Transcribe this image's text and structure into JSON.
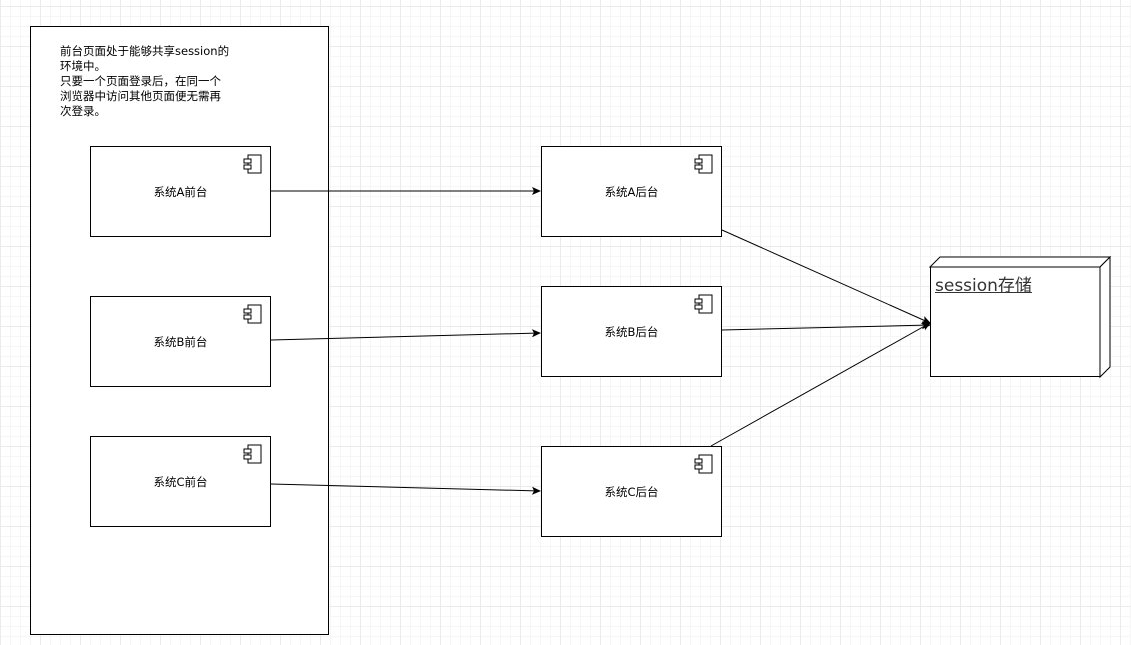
{
  "note": {
    "text": "前台页面处于能够共享session的\n环境中。\n只要一个页面登录后，在同一个\n浏览器中访问其他页面便无需再\n次登录。"
  },
  "frontends": [
    {
      "label": "系统A前台",
      "icon": "component-icon"
    },
    {
      "label": "系统B前台",
      "icon": "component-icon"
    },
    {
      "label": "系统C前台",
      "icon": "component-icon"
    }
  ],
  "backends": [
    {
      "label": "系统A后台",
      "icon": "component-icon"
    },
    {
      "label": "系统B后台",
      "icon": "component-icon"
    },
    {
      "label": "系统C后台",
      "icon": "component-icon"
    }
  ],
  "storage": {
    "label": "session存储"
  },
  "colors": {
    "stroke": "#000000",
    "grid": "#ebebeb",
    "title": "#333333"
  }
}
